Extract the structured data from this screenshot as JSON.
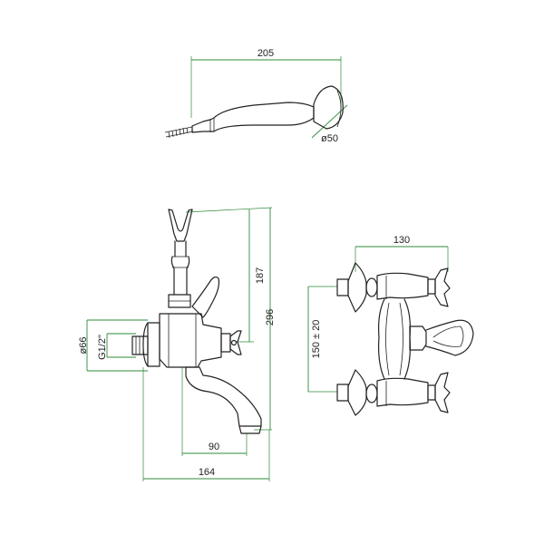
{
  "colors": {
    "dimension_line": "#2e8b3a",
    "outline": "#222222",
    "background": "#ffffff"
  },
  "views": {
    "hand_shower": {
      "length_label": "205",
      "head_diameter_label": "ø50"
    },
    "side": {
      "height_to_spout_label": "187",
      "total_height_label": "296",
      "diameter_label": "ø66",
      "thread_label": "G1/2\"",
      "spout_reach_label": "90",
      "total_depth_label": "164"
    },
    "front": {
      "width_label": "130",
      "inlet_centres_label": "150 ± 20"
    }
  }
}
